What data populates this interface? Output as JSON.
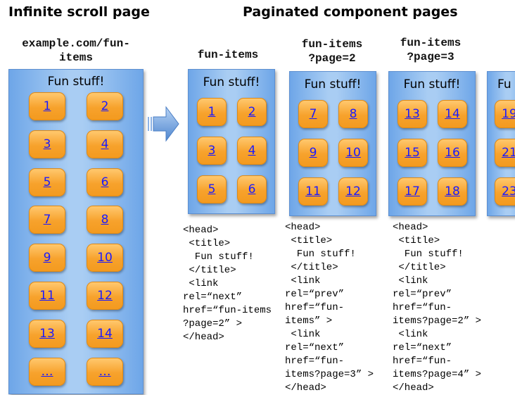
{
  "headings": {
    "infinite": "Infinite scroll page",
    "paginated": "Paginated component pages"
  },
  "infinite_page": {
    "url": "example.com/fun-\nitems",
    "title": "Fun stuff!",
    "items": [
      "1",
      "2",
      "3",
      "4",
      "5",
      "6",
      "7",
      "8",
      "9",
      "10",
      "11",
      "12",
      "13",
      "14",
      "…",
      "…"
    ]
  },
  "pages": [
    {
      "url": "fun-items",
      "title": "Fun stuff!",
      "items": [
        "1",
        "2",
        "3",
        "4",
        "5",
        "6"
      ],
      "code": "<head>\n <title>\n  Fun stuff!\n </title>\n <link\nrel=“next”\nhref=“fun-items\n?page=2” >\n</head>"
    },
    {
      "url": "fun-items\n?page=2",
      "title": "Fun stuff!",
      "items": [
        "7",
        "8",
        "9",
        "10",
        "11",
        "12"
      ],
      "code": "<head>\n <title>\n  Fun stuff!\n </title>\n <link\nrel=“prev”\nhref=“fun-\nitems” >\n <link\nrel=“next”\nhref=“fun-\nitems?page=3” >\n</head>"
    },
    {
      "url": "fun-items\n?page=3",
      "title": "Fun stuff!",
      "items": [
        "13",
        "14",
        "15",
        "16",
        "17",
        "18"
      ],
      "code": "<head>\n <title>\n  Fun stuff!\n </title>\n <link\nrel=“prev”\nhref=“fun-\nitems?page=2” >\n <link\nrel=“next”\nhref=“fun-\nitems?page=4” >\n</head>"
    },
    {
      "title": "Fu",
      "items": [
        "19",
        "21",
        "23"
      ]
    }
  ]
}
